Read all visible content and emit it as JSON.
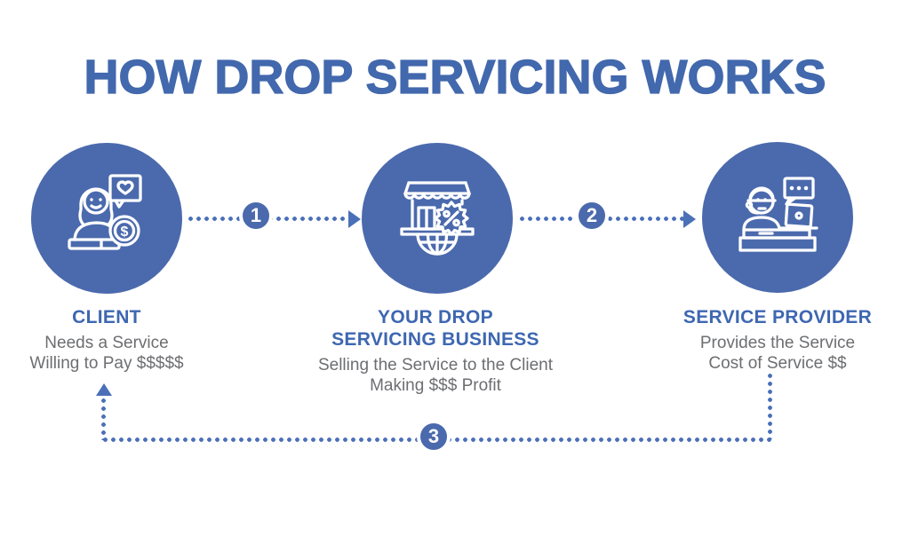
{
  "title": "HOW DROP SERVICING WORKS",
  "colors": {
    "title_blue": "#4268ad",
    "heading_blue": "#3e67b1",
    "circle_blue": "#4b6aad",
    "dotted_line_blue": "#4a70b8",
    "body_text_gray": "#6d6e71",
    "background": "#ffffff",
    "icon_line_white": "#ffffff"
  },
  "steps": [
    {
      "icon": "client-woman-icon",
      "heading_lines": [
        "CLIENT"
      ],
      "lines": [
        "Needs a Service",
        "Willing to Pay $$$$$"
      ]
    },
    {
      "icon": "storefront-discount-globe-icon",
      "heading_lines": [
        "YOUR DROP",
        "SERVICING BUSINESS"
      ],
      "lines": [
        "Selling the Service to the Client",
        "Making $$$ Profit"
      ]
    },
    {
      "icon": "service-provider-laptop-icon",
      "heading_lines": [
        "SERVICE PROVIDER"
      ],
      "lines": [
        "Provides the Service",
        "Cost of Service $$"
      ]
    }
  ],
  "connectors": [
    {
      "label": "1",
      "from": "client",
      "to": "your-drop-servicing-business",
      "style": "dotted-arrow-right"
    },
    {
      "label": "2",
      "from": "your-drop-servicing-business",
      "to": "service-provider",
      "style": "dotted-arrow-right"
    },
    {
      "label": "3",
      "from": "service-provider",
      "to": "client",
      "style": "dotted-loop-bottom-arrow-up"
    }
  ],
  "icon_glyphs": {
    "coin_symbol": "$",
    "discount_symbol": "%",
    "chat_dots": "..."
  }
}
